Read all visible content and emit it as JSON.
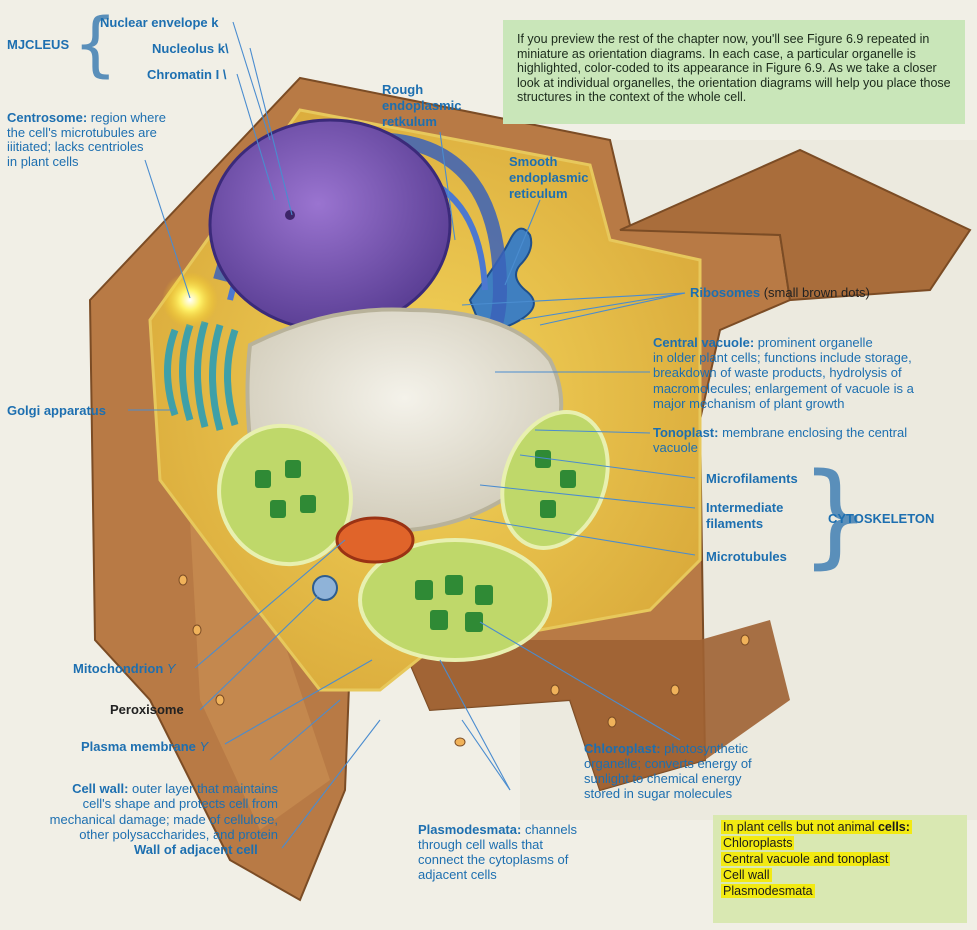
{
  "note": "If you preview the rest of the chapter now, you'll see Figure 6.9 repeated in miniature as orientation diagrams. In each case, a particular organelle is highlighted, color-coded to its appearance in Figure 6.9. As we take a closer look at individual organelles, the orientation diagrams will help you place those structures in the context of the whole cell.",
  "nucleus": {
    "group_label": "MJCLEUS",
    "nuclear_envelope": "Nuclear envelope k",
    "nucleolus": "Nucleolus   k\\",
    "chromatin": "Chromatin   I \\"
  },
  "labels": {
    "centrosome_title": "Centrosome:",
    "centrosome_l1": " region where",
    "centrosome_l2": "the cell's microtubules are",
    "centrosome_l3": "iiitiated; lacks centrioles",
    "centrosome_l4": "in plant cells",
    "rough_er_l1": "Rough",
    "rough_er_l2": "endoplasmic",
    "rough_er_l3": "retkulum",
    "smooth_er_l1": "Smooth",
    "smooth_er_l2": "endoplasmic",
    "smooth_er_l3": "reticulum",
    "ribosomes_title": "Ribosomes",
    "ribosomes_desc": " (small brown dots)",
    "vacuole_title": "Central vacuole:",
    "vacuole_l1": " prominent organelle",
    "vacuole_l2": "in older plant cells; functions include storage,",
    "vacuole_l3": "breakdown of waste products, hydrolysis of",
    "vacuole_l4": "macromolecules; enlargement of vacuole is a",
    "vacuole_l5": "major mechanism of plant growth",
    "golgi": "Golgi apparatus",
    "tonoplast_title": "Tonoplast:",
    "tonoplast_l1": " membrane enclosing the central",
    "tonoplast_l2": "vacuole",
    "microfilaments": "Microfilaments",
    "intermediate_l1": "Intermediate",
    "intermediate_l2": "filaments",
    "microtubules": "Microtubules",
    "cytoskeleton": "CYTOSKELETON",
    "mitochondrion": "Mitochondrion",
    "mito_mark": "Y",
    "peroxisome": "Peroxisome",
    "plasma_membrane": "Plasma membrane",
    "pm_mark": "Y",
    "cell_wall_title": "Cell wall:",
    "cell_wall_l1": " outer layer that maintains",
    "cell_wall_l2": "cell's shape and protects cell from",
    "cell_wall_l3": "mechanical damage; made of cellulose,",
    "cell_wall_l4": "other polysaccharides, and protein",
    "adjacent_wall": "Wall of adjacent cell",
    "chloroplast_title": "Chloroplast:",
    "chloroplast_l1": " photosynthetic",
    "chloroplast_l2": "organelle; converts energy of",
    "chloroplast_l3": "sunlight to chemical energy",
    "chloroplast_l4": "stored in sugar molecules",
    "plasmo_title": "Plasmodesmata:",
    "plasmo_l1": " channels",
    "plasmo_l2": "through cell walls that",
    "plasmo_l3": "connect the cytoplasms of",
    "plasmo_l4": "adjacent cells"
  },
  "plant_only": {
    "heading": "In plant cells but not animal ",
    "heading_bold": "cells:",
    "items": [
      "Chloroplasts",
      "Central vacuole and tonoplast",
      "Cell wall",
      "Plasmodesmata"
    ]
  },
  "colors": {
    "label_blue": "#1d6fb0",
    "cell_wall": "#b0733f",
    "nucleus": "#7a4fb0",
    "chloroplast": "#3f9a3a",
    "highlight_yellow": "#f2ea12"
  }
}
